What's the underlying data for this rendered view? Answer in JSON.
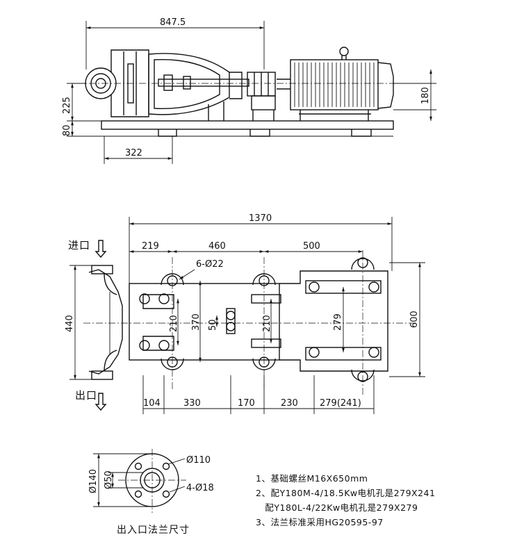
{
  "top_view": {
    "overall_length": "847.5",
    "outlet_height": "225",
    "base_height": "80",
    "motor_height": "180",
    "pump_offset": "322"
  },
  "plan_view": {
    "overall_length": "1370",
    "seg_1": "219",
    "seg_2": "460",
    "seg_3": "500",
    "holes": "6-Ø22",
    "width_440": "440",
    "width_600": "600",
    "dim_210a": "210",
    "dim_370": "370",
    "dim_50": "50",
    "dim_210b": "210",
    "dim_279": "279",
    "bottom_104": "104",
    "bottom_330": "330",
    "bottom_170": "170",
    "bottom_230": "230",
    "bottom_279": "279(241)",
    "inlet_label": "进口",
    "outlet_label": "出口"
  },
  "flange": {
    "d110": "Ø110",
    "d140": "Ø140",
    "d50": "Ø50",
    "holes": "4-Ø18",
    "caption": "出入口法兰尺寸"
  },
  "notes": [
    "1、基础螺丝M16X650mm",
    "2、配Y180M-4/18.5Kw电机孔是279X241",
    "   配Y180L-4/22Kw电机孔是279X279",
    "3、法兰标准采用HG20595-97"
  ]
}
